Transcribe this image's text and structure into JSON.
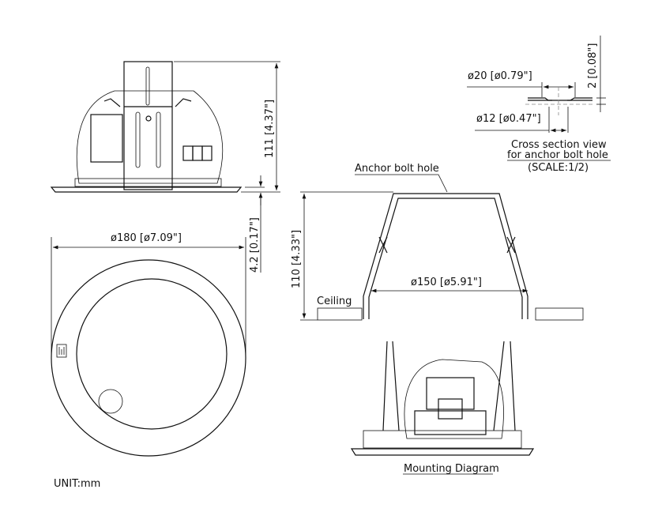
{
  "side_view": {
    "height_dim": "111 [4.37\"]",
    "flange_dim": "4.2 [0.17\"]"
  },
  "front_view": {
    "diameter_dim": "ø180 [ø7.09\"]"
  },
  "unit_label": "UNIT:mm",
  "cross_section": {
    "outer_dim": "ø20 [ø0.79\"]",
    "inner_dim": "ø12 [ø0.47\"]",
    "thickness_dim": "2 [0.08\"]",
    "caption_line1": "Cross section view",
    "caption_line2": "for anchor bolt hole",
    "caption_scale": "(SCALE:1/2)"
  },
  "mounting_view": {
    "anchor_label": "Anchor bolt hole",
    "height_dim": "110 [4.33\"]",
    "cutout_dim": "ø150 [ø5.91\"]",
    "ceiling_label": "Ceiling"
  },
  "mounting_diagram": {
    "title": "Mounting Diagram"
  }
}
